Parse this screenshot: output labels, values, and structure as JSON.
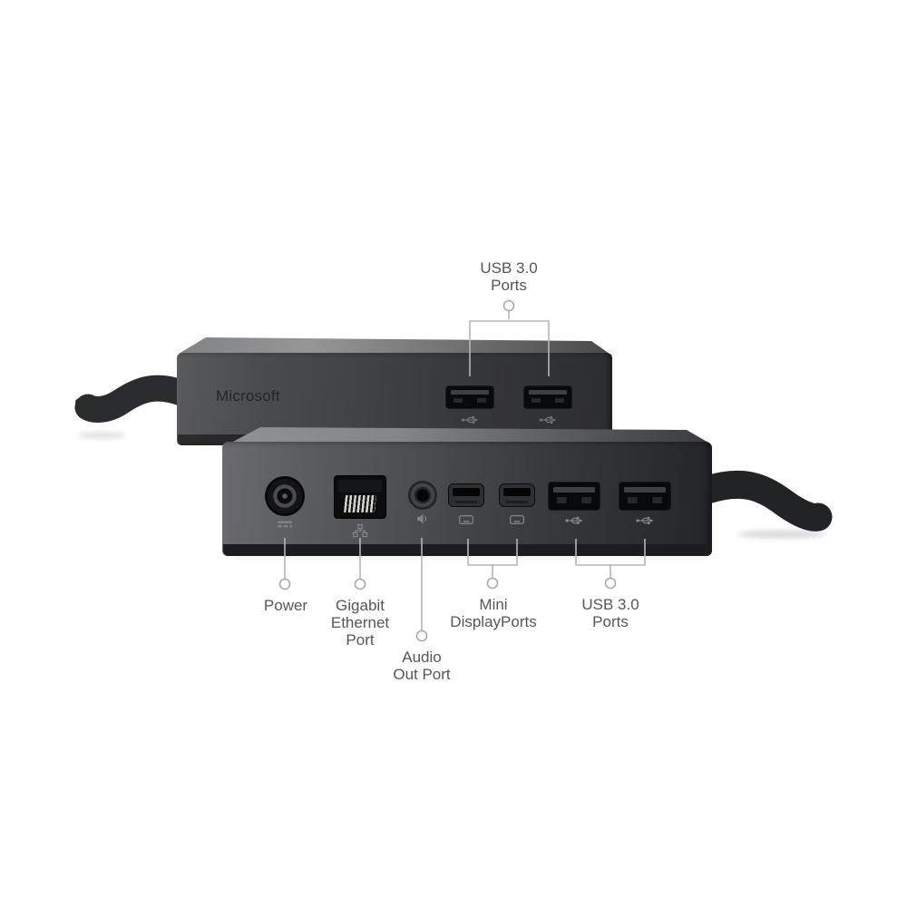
{
  "brand": {
    "logo_text": "Microsoft"
  },
  "callouts": {
    "usb_front": {
      "lines": [
        "USB 3.0",
        "Ports"
      ]
    },
    "power": {
      "lines": [
        "Power"
      ]
    },
    "ethernet": {
      "lines": [
        "Gigabit",
        "Ethernet",
        "Port"
      ]
    },
    "audio": {
      "lines": [
        "Audio",
        "Out Port"
      ]
    },
    "mini_displayport": {
      "lines": [
        "Mini",
        "DisplayPorts"
      ]
    },
    "usb_back": {
      "lines": [
        "USB 3.0",
        "Ports"
      ]
    }
  },
  "ports": {
    "front_view": [
      "usb-3.0-port",
      "usb-3.0-port"
    ],
    "back_view": [
      "power-port",
      "gigabit-ethernet-port",
      "audio-out-port",
      "mini-displayport",
      "mini-displayport",
      "usb-3.0-port",
      "usb-3.0-port"
    ]
  },
  "icons": {
    "usb_ports": "usb-trident-icon",
    "power_port": "dc-power-icon",
    "ethernet_port": "network-nodes-icon",
    "audio_port": "speaker-icon",
    "mini_displayports": "display-icon"
  },
  "colors": {
    "background": "#ffffff",
    "label_text": "#54565a",
    "leader_line": "#b4b6b8",
    "logo_text": "#232527",
    "device_face_dark": "#2e2f31",
    "device_face_light": "#6a6b6e",
    "device_top_light": "#8f9193",
    "port_black": "#08090a",
    "icon_gray": "#85878a",
    "cable_dark": "#232426"
  }
}
